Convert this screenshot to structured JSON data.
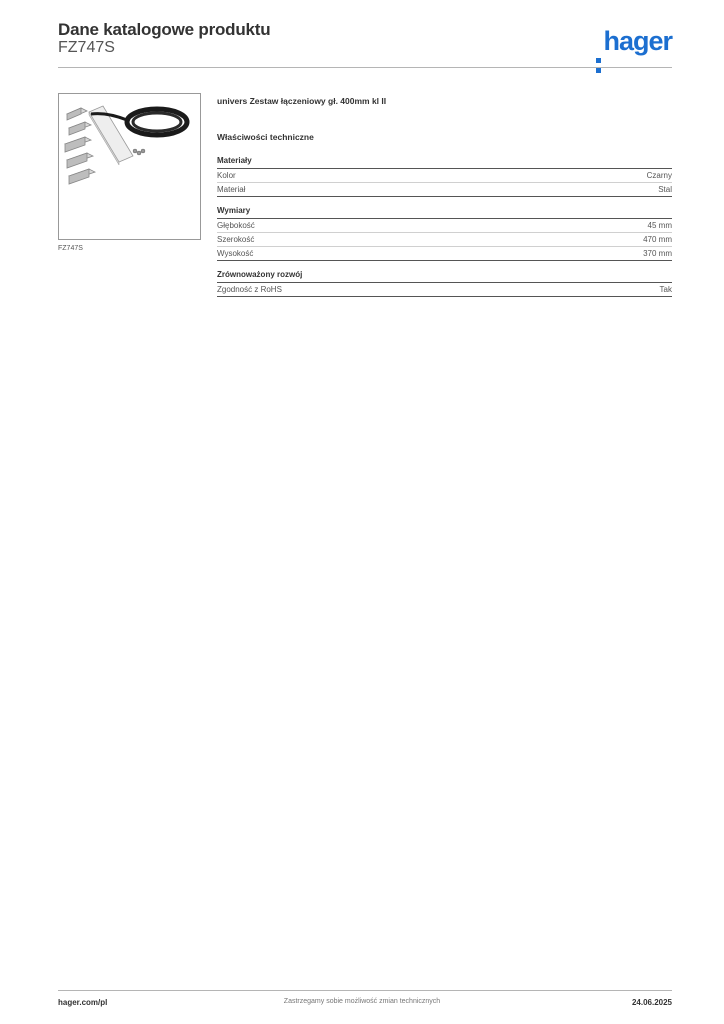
{
  "header": {
    "title": "Dane katalogowe produktu",
    "code": "FZ747S",
    "logo_text": "hager"
  },
  "product": {
    "image_caption": "FZ747S",
    "name": "univers Zestaw łączeniowy gł. 400mm kl II",
    "tech_heading": "Właściwości techniczne"
  },
  "groups": [
    {
      "title": "Materiały",
      "rows": [
        {
          "label": "Kolor",
          "value": "Czarny"
        },
        {
          "label": "Materiał",
          "value": "Stal"
        }
      ]
    },
    {
      "title": "Wymiary",
      "rows": [
        {
          "label": "Głębokość",
          "value": "45 mm"
        },
        {
          "label": "Szerokość",
          "value": "470 mm"
        },
        {
          "label": "Wysokość",
          "value": "370 mm"
        }
      ]
    },
    {
      "title": "Zrównoważony rozwój",
      "rows": [
        {
          "label": "Zgodność z RoHS",
          "value": "Tak"
        }
      ]
    }
  ],
  "footer": {
    "website": "hager.com/pl",
    "notice": "Zastrzegamy sobie możliwość zmian technicznych",
    "date": "24.06.2025"
  },
  "colors": {
    "brand": "#1c6fd0",
    "text": "#333333"
  }
}
